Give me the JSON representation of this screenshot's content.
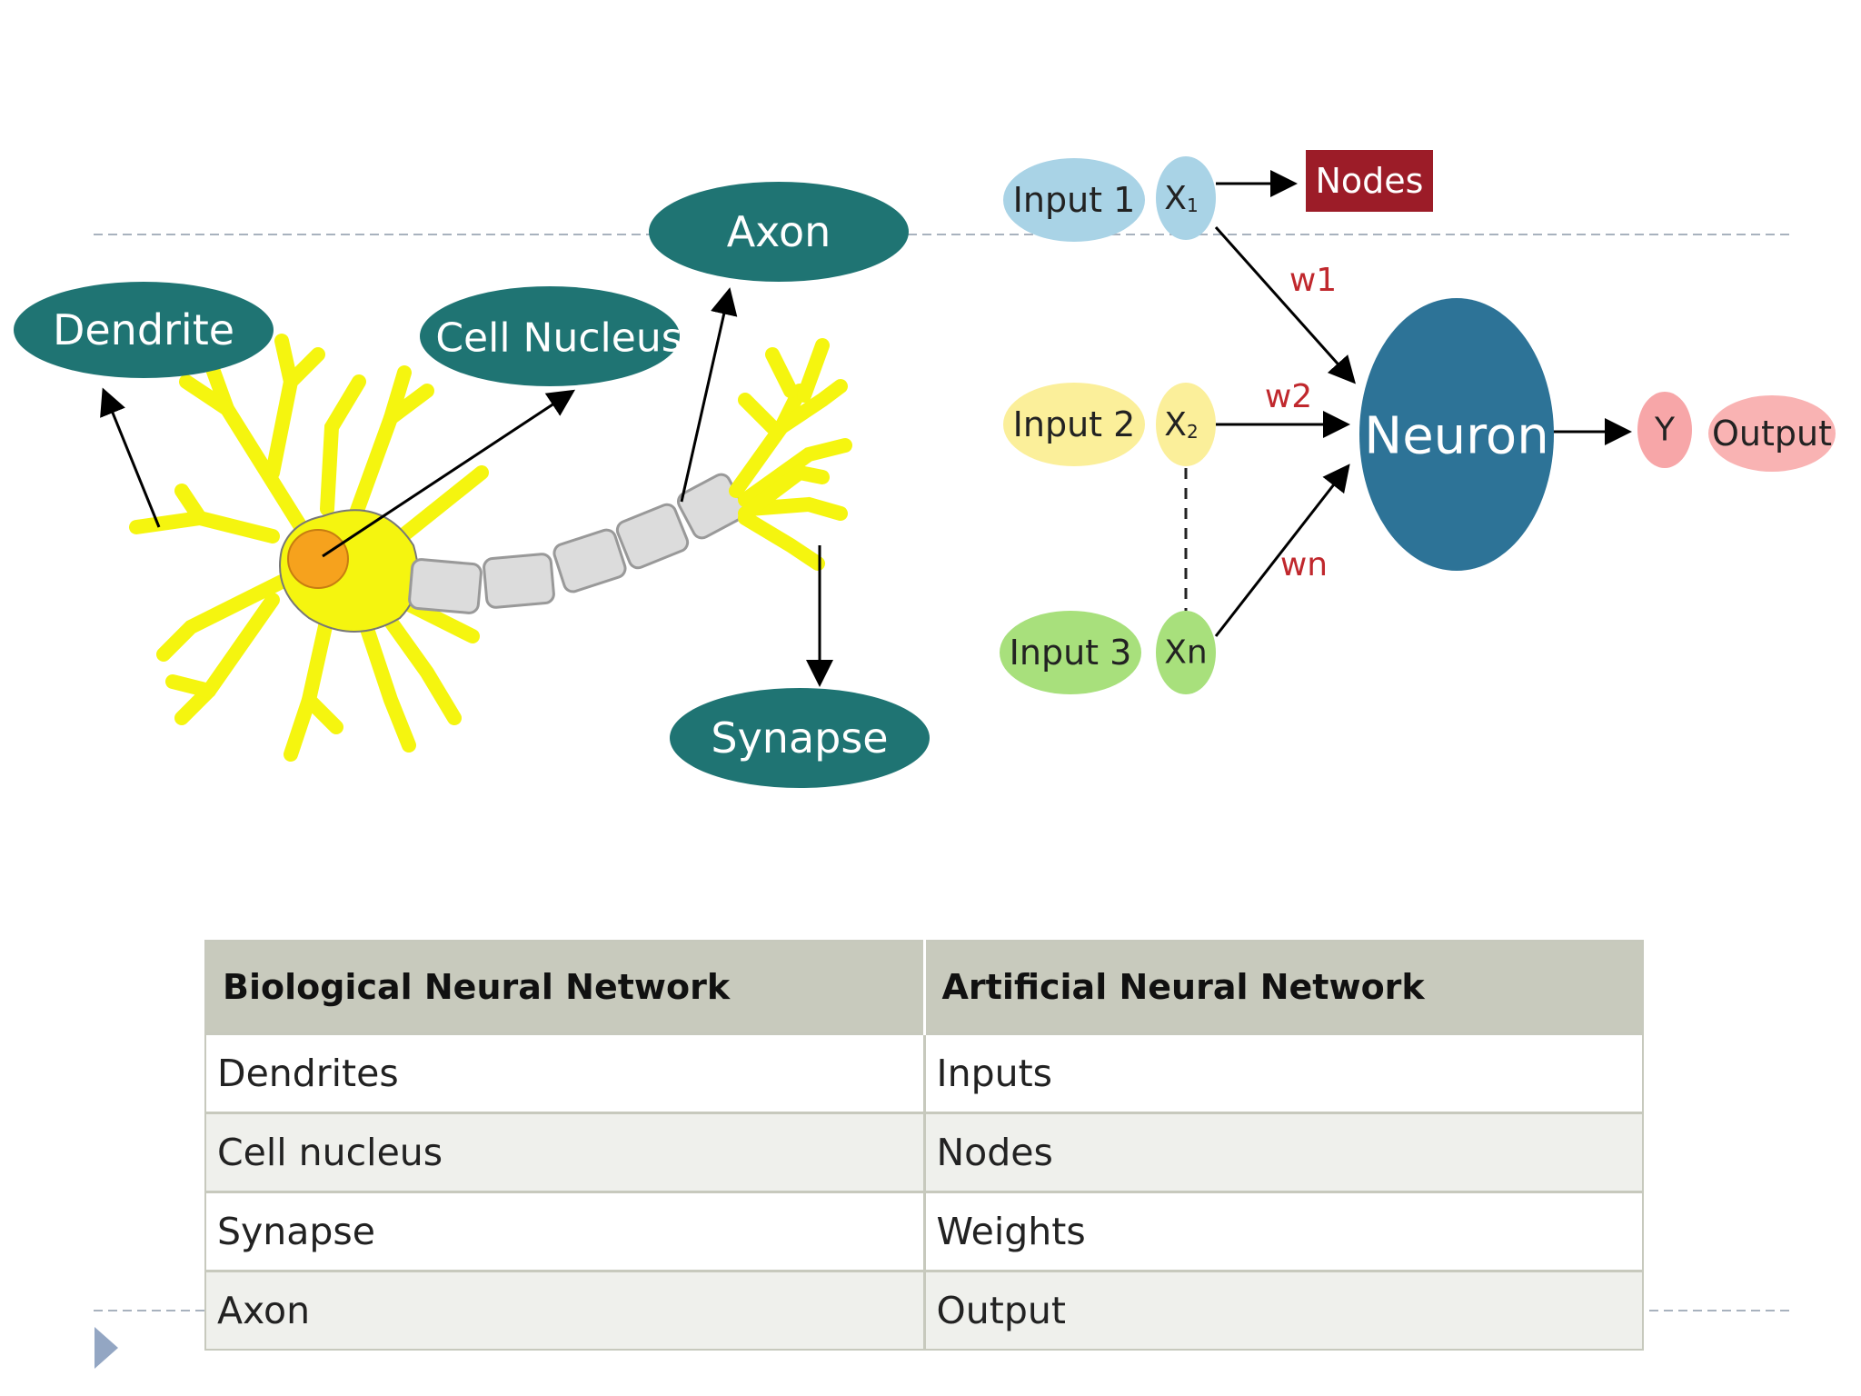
{
  "biological": {
    "dendrite": "Dendrite",
    "cell_nucleus": "Cell Nucleus",
    "axon": "Axon",
    "synapse": "Synapse"
  },
  "artificial": {
    "input1": "Input 1",
    "input2": "Input 2",
    "input3": "Input 3",
    "x1": "X",
    "x1_sub": "1",
    "x2": "X",
    "x2_sub": "2",
    "xn": "Xn",
    "nodes": "Nodes",
    "w1": "w1",
    "w2": "w2",
    "wn": "wn",
    "neuron": "Neuron",
    "y": "Y",
    "output": "Output"
  },
  "table": {
    "headers": [
      "Biological Neural Network",
      "Artificial Neural Network"
    ],
    "rows": [
      [
        "Dendrites",
        "Inputs"
      ],
      [
        "Cell nucleus",
        "Nodes"
      ],
      [
        "Synapse",
        "Weights"
      ],
      [
        "Axon",
        "Output"
      ]
    ]
  },
  "colors": {
    "teal": "#1f7473",
    "neuron_blue": "#2d7397",
    "input1_blue": "#a9d3e6",
    "input2_yellow": "#fbef9a",
    "input3_green": "#a8e07c",
    "y_pink": "#f7a6a8",
    "output_pink": "#f9b3b3",
    "nodes_red": "#9c1c28",
    "neuron_yellow": "#f5f50f",
    "nucleus_orange": "#f6a21d"
  }
}
